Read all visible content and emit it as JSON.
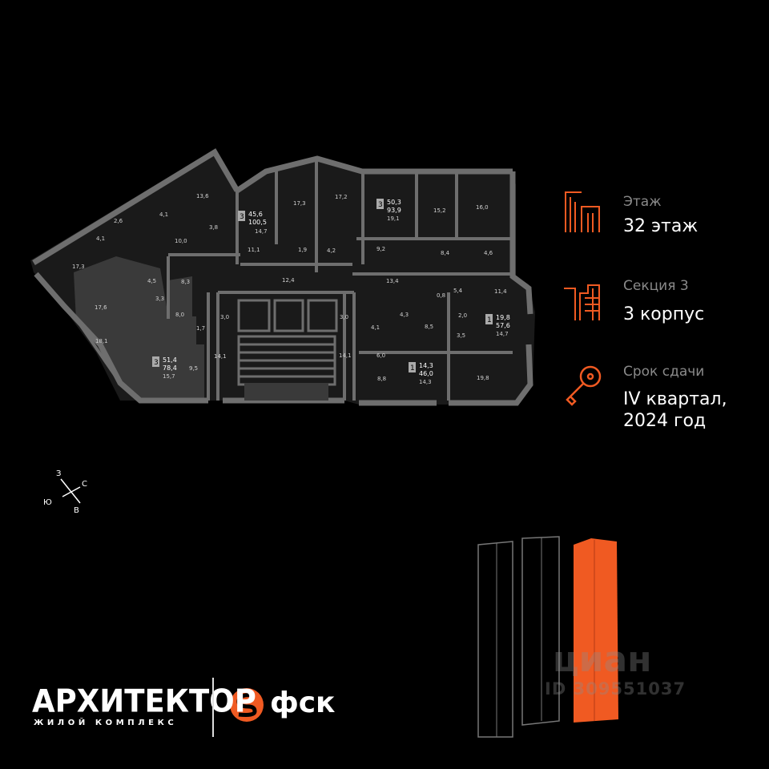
{
  "info": {
    "floor_label": "Этаж",
    "floor_value": "32 этаж",
    "section_label": "Секция 3",
    "section_value": "3 корпус",
    "deadline_label": "Срок сдачи",
    "deadline_value_line1": "IV квартал,",
    "deadline_value_line2": "2024 год",
    "accent_color": "#f05a22"
  },
  "compass": {
    "north": "З",
    "east": "С",
    "south": "В",
    "west": "Ю"
  },
  "logo": {
    "main": "АРХИТЕКТОР",
    "sub": "ЖИЛОЙ КОМПЛЕКС",
    "partner": "фск"
  },
  "watermark": {
    "brand": "циан",
    "id": "ID 309551037"
  },
  "apartments": [
    {
      "rooms": "3",
      "total": "45,6",
      "living": "100,5",
      "kitchen": "14,7"
    },
    {
      "rooms": "3",
      "total": "50,3",
      "living": "93,9",
      "kitchen": "19,1"
    },
    {
      "rooms": "3",
      "total": "51,4",
      "living": "78,4",
      "kitchen": "15,7"
    },
    {
      "rooms": "1",
      "total": "14,3",
      "living": "46,0",
      "kitchen": "14,3"
    },
    {
      "rooms": "1",
      "total": "19,8",
      "living": "57,6",
      "kitchen": "14,7"
    }
  ],
  "room_areas": [
    "13,6",
    "17,3",
    "2,6",
    "4,1",
    "4,1",
    "3,8",
    "10,0",
    "11,1",
    "17,3",
    "17,2",
    "1,9",
    "4,2",
    "9,2",
    "15,2",
    "16,0",
    "8,4",
    "4,6",
    "17,3",
    "17,6",
    "4,5",
    "3,3",
    "8,3",
    "12,4",
    "13,4",
    "5,4",
    "11,4",
    "0,8",
    "4,3",
    "2,0",
    "8,5",
    "4,1",
    "3,5",
    "8,0",
    "1,7",
    "3,0",
    "3,0",
    "18,1",
    "14,1",
    "14,1",
    "6,0",
    "9,5",
    "8,8",
    "19,8"
  ]
}
